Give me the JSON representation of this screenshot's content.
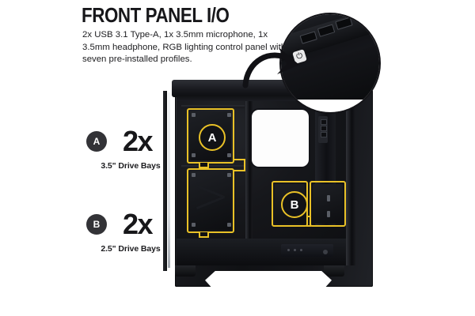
{
  "headline": "FRONT PANEL I/O",
  "description": "2x USB 3.1 Type-A, 1x 3.5mm microphone, 1x 3.5mm headphone, RGB lighting control panel with seven pre-installed profiles.",
  "colors": {
    "accent_yellow": "#e9c127",
    "badge_gray": "#333337",
    "text_dark": "#17171a",
    "case_dark": "#101114",
    "background": "#ffffff"
  },
  "callouts": [
    {
      "key": "A",
      "quantity": "2x",
      "label": "3.5\" Drive Bays",
      "marker_label": "A"
    },
    {
      "key": "B",
      "quantity": "2x",
      "label": "2.5\" Drive Bays",
      "marker_label": "B"
    }
  ],
  "magnifier": {
    "name": "front-panel-io-closeup",
    "power_glyph": "⏻"
  },
  "arrow": {
    "name": "curved-pointer-arrow",
    "direction": "down-right"
  },
  "product": {
    "name": "pc-case-interior-cutaway"
  }
}
